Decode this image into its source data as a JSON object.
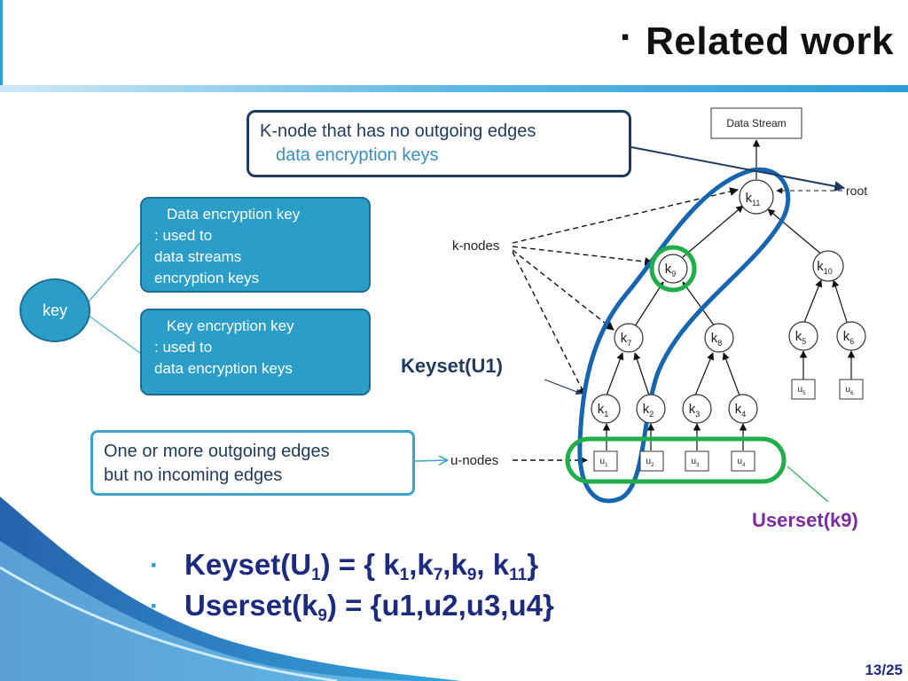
{
  "title": "Related work",
  "title_bullet": "▪",
  "callout_top": {
    "line1": "K-node that has no outgoing edges",
    "line2": "data encryption keys"
  },
  "key_circle": "key",
  "dek": {
    "line1": "Data encryption key",
    "line2": ": used  to",
    "line3": "data streams",
    "line4": "encryption keys"
  },
  "kek": {
    "line1": "Key encryption key",
    "line2": ": used to",
    "line3": "data encryption keys"
  },
  "callout_left": {
    "line1": "One or more outgoing edges",
    "line2": "but no incoming edges"
  },
  "keyset_label": "Keyset(U1)",
  "userset_label": "Userset(k9)",
  "diagram": {
    "data_stream": "Data Stream",
    "root": "root",
    "knodes_label": "k-nodes",
    "unodes_label": "u-nodes",
    "knodes": [
      {
        "id": "k11",
        "base": "k",
        "sub": "11"
      },
      {
        "id": "k9",
        "base": "k",
        "sub": "9"
      },
      {
        "id": "k10",
        "base": "k",
        "sub": "10"
      },
      {
        "id": "k7",
        "base": "k",
        "sub": "7"
      },
      {
        "id": "k8",
        "base": "k",
        "sub": "8"
      },
      {
        "id": "k5",
        "base": "k",
        "sub": "5"
      },
      {
        "id": "k6",
        "base": "k",
        "sub": "6"
      },
      {
        "id": "k1",
        "base": "k",
        "sub": "1"
      },
      {
        "id": "k2",
        "base": "k",
        "sub": "2"
      },
      {
        "id": "k3",
        "base": "k",
        "sub": "3"
      },
      {
        "id": "k4",
        "base": "k",
        "sub": "4"
      }
    ],
    "unodes": [
      {
        "id": "u1",
        "base": "u",
        "sub": "1"
      },
      {
        "id": "u2",
        "base": "u",
        "sub": "2"
      },
      {
        "id": "u3",
        "base": "u",
        "sub": "3"
      },
      {
        "id": "u4",
        "base": "u",
        "sub": "4"
      },
      {
        "id": "u5",
        "base": "u",
        "sub": "5"
      },
      {
        "id": "u6",
        "base": "u",
        "sub": "6"
      }
    ]
  },
  "bullets": {
    "marker": "▪",
    "b1": {
      "p1": "Keyset(U",
      "s1": "1",
      "p2": ") = { k",
      "s2": "1",
      "p3": ",k",
      "s3": "7",
      "p4": ",k",
      "s4": "9",
      "p5": ", k",
      "s5": "11",
      "p6": "}"
    },
    "b2": {
      "p1": "Userset(k",
      "s1": "9",
      "p2": ") = {u1,u2,u3,u4}"
    }
  },
  "page_number": "13/25",
  "colors": {
    "accent": "#2a9ec8",
    "dark_blue": "#1f3a5f",
    "green": "#1fae4a",
    "purple": "#7a2ca0",
    "ring_blue": "#1565b0"
  }
}
